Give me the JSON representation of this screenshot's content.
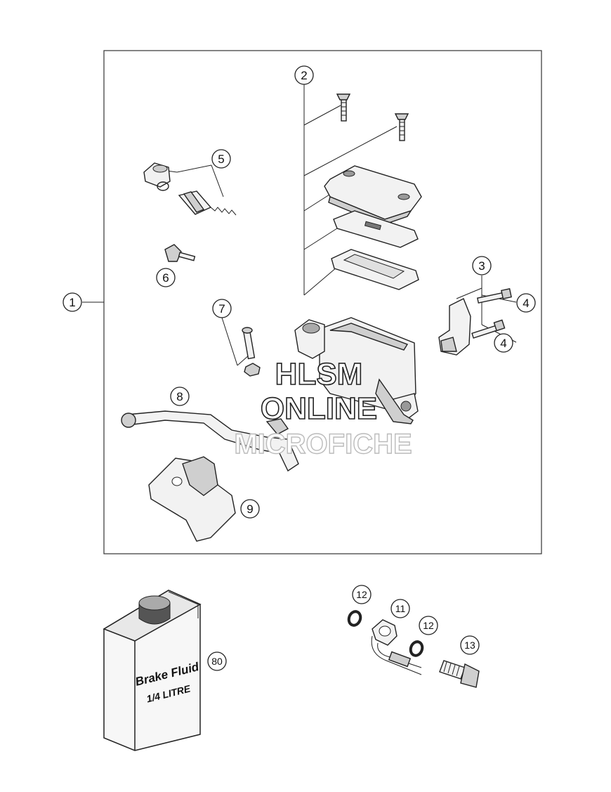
{
  "callouts": {
    "c1": "1",
    "c2": "2",
    "c3": "3",
    "c4a": "4",
    "c4b": "4",
    "c5": "5",
    "c6": "6",
    "c7": "7",
    "c8": "8",
    "c9": "9",
    "c11": "11",
    "c12a": "12",
    "c12b": "12",
    "c13": "13",
    "c80": "80"
  },
  "container_label": {
    "line1": "Brake Fluid",
    "line2": "1/4 LITRE"
  },
  "watermark": {
    "line1": "HLSM",
    "line2": "ONLINE",
    "line3": "MICROFICHE"
  }
}
